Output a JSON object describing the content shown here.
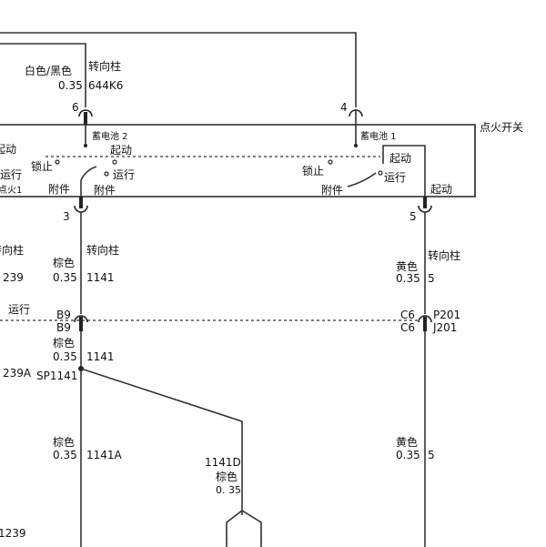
{
  "labels": {
    "ignition_switch": "点火开关",
    "steering_column": "转向柱",
    "white_black": "白色/黑色",
    "gauge_035": "0.35",
    "circuit_644k6": "644K6",
    "pin_6": "6",
    "pin_4": "4",
    "battery_2": "蓄电池 2",
    "battery_1": "蓄电池 1",
    "start": "起动",
    "run": "运行",
    "lock": "锁止",
    "accessory": "附件",
    "ignition_1": "点火1",
    "pin_3": "3",
    "pin_5": "5",
    "brown": "棕色",
    "yellow": "黄色",
    "circuit_1141": "1141",
    "circuit_5": "5",
    "circuit_239": "239",
    "circuit_239a": "239A",
    "circuit_1141a": "1141A",
    "circuit_1141d": "1141D",
    "circuit_1239": "1239",
    "gauge_035_spaced": "0. 35",
    "b9": "B9",
    "c6": "C6",
    "p201": "P201",
    "j201": "J201",
    "splice_sp1141": "SP1141"
  }
}
